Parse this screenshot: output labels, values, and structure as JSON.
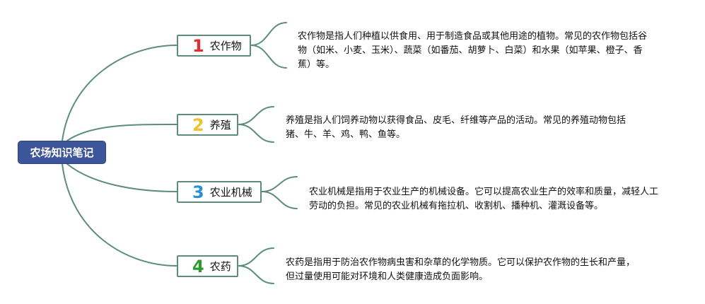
{
  "root": {
    "label": "农场知识笔记"
  },
  "branches": [
    {
      "number": "1",
      "number_color": "#e52d2d",
      "title": "农作物",
      "description": "农作物是指人们种植以供食用、用于制造食品或其他用途的植物。常见的农作物包括谷物（如米、小麦、玉米）、蔬菜（如番茄、胡萝卜、白菜）和水果（如苹果、橙子、香蕉）等。"
    },
    {
      "number": "2",
      "number_color": "#f2c12e",
      "title": "养殖",
      "description": "养殖是指人们饲养动物以获得食品、皮毛、纤维等产品的活动。常见的养殖动物包括猪、牛、羊、鸡、鸭、鱼等。"
    },
    {
      "number": "3",
      "number_color": "#2b8fd8",
      "title": "农业机械",
      "description": "农业机械是指用于农业生产的机械设备。它可以提高农业生产的效率和质量，减轻人工劳动的负担。常见的农业机械有拖拉机、收割机、播种机、灌溉设备等。"
    },
    {
      "number": "4",
      "number_color": "#2e9a2e",
      "title": "农药",
      "description": "农药是指用于防治农作物病虫害和杂草的化学物质。它可以保护农作物的生长和产量，但过量使用可能对环境和人类健康造成负面影响。"
    }
  ],
  "colors": {
    "connector": "#5c8d7c",
    "root_fill": "#3d5599"
  }
}
